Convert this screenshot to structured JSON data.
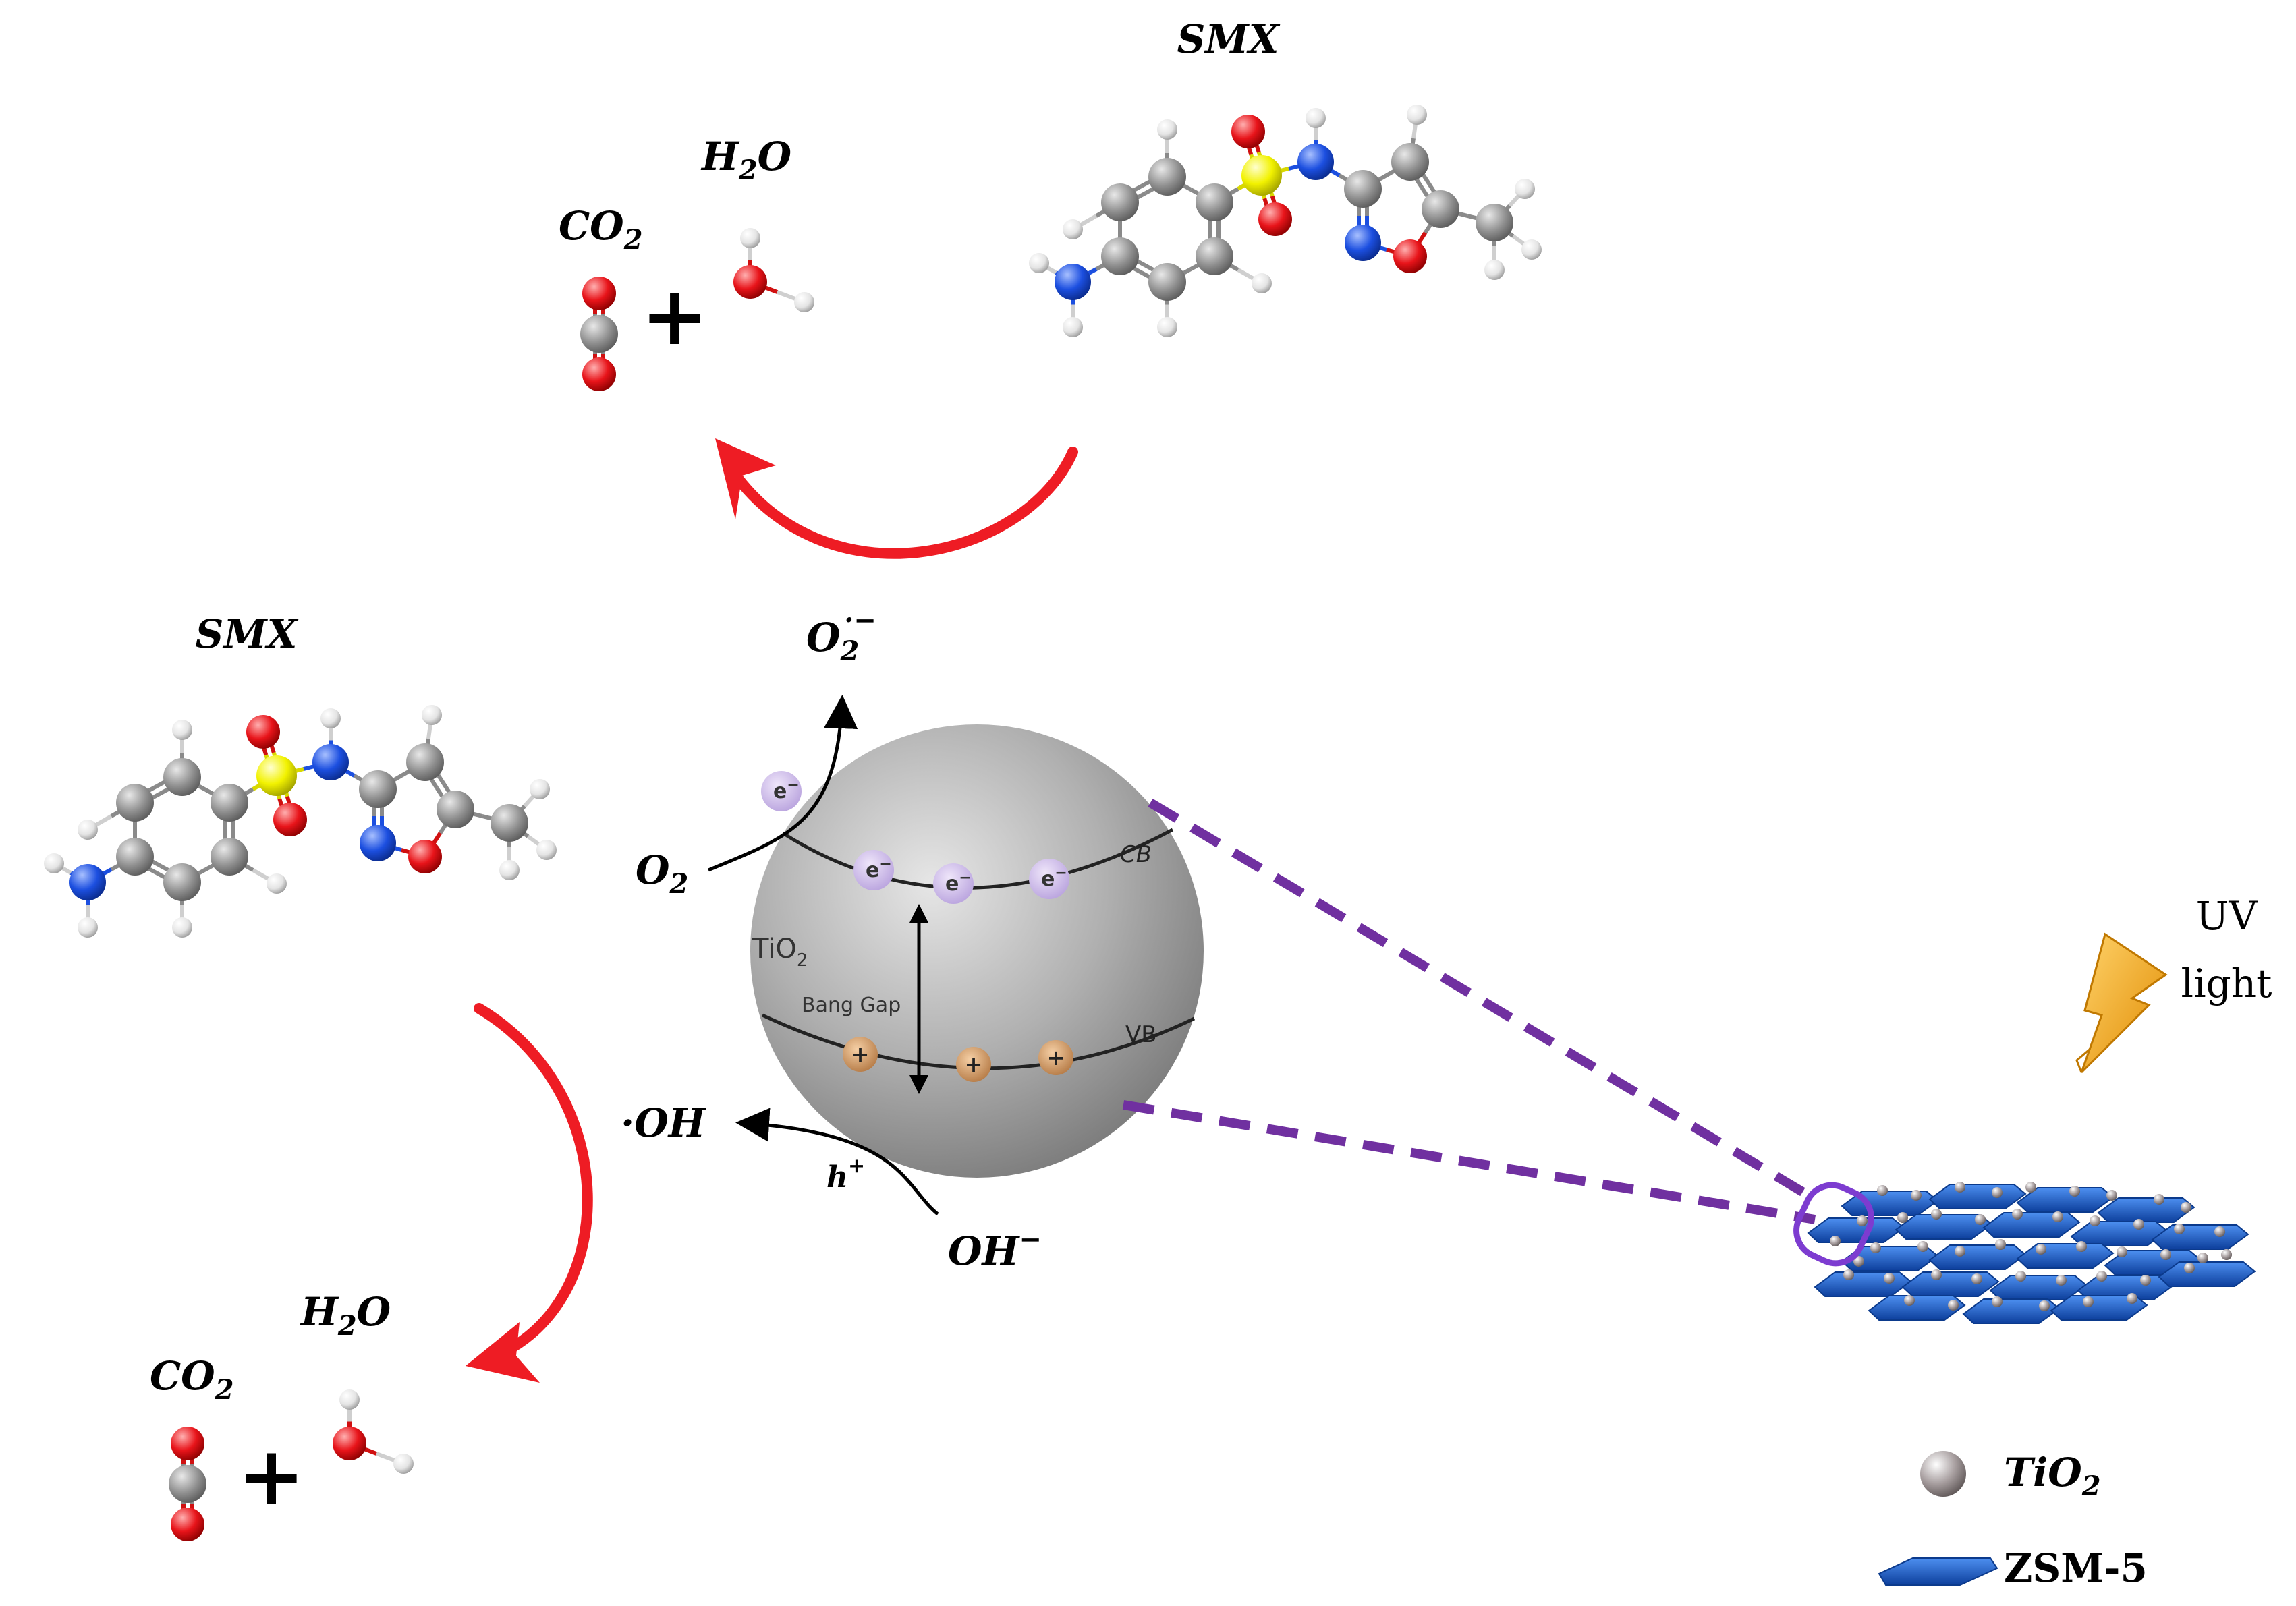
{
  "labels": {
    "smx_top": "SMX",
    "smx_left": "SMX",
    "co2_top": "CO",
    "co2_top_sub": "2",
    "h2o_top": "H",
    "h2o_top_sub": "2",
    "h2o_top_end": "O",
    "co2_bottom": "CO",
    "co2_bottom_sub": "2",
    "h2o_bottom": "H",
    "h2o_bottom_sub": "2",
    "h2o_bottom_end": "O",
    "plus": "+",
    "superoxide": "O",
    "superoxide_sub": "2",
    "superoxide_sup": "·−",
    "oxygen": "O",
    "oxygen_sub": "2",
    "hydroxyl_radical": "·OH",
    "hole": "h",
    "hole_sup": "+",
    "hydroxide": "OH",
    "hydroxide_sup": "−",
    "cb": "CB",
    "vb": "VB",
    "tio2_particle": "TiO",
    "tio2_particle_sub": "2",
    "band_gap": "Bang Gap",
    "electron": "e",
    "electron_sup": "−",
    "hole_symbol": "+",
    "uv_line1": "UV",
    "uv_line2": "light",
    "legend_tio2": "TiO",
    "legend_tio2_sub": "2",
    "legend_zsm5": "ZSM-5"
  },
  "colors": {
    "arrow_red": "#ee1c24",
    "dash_purple": "#7030a0",
    "circle_purple": "#7d3cd0",
    "sphere_gray": "#a8a8a8",
    "electron_fill": "#c9b8e6",
    "hole_fill": "#c8905c",
    "zsm5_blue": "#1a5fc8",
    "bolt_orange": "#f5a623",
    "carbon": "#8c8c8c",
    "oxygen": "#e8141a",
    "nitrogen": "#1c4fe0",
    "sulfur": "#f2f200",
    "hydrogen": "#e8e8e8"
  },
  "icons": [
    "lightning-bolt-icon",
    "tio2-sphere-icon",
    "zsm5-crystal-icon"
  ]
}
